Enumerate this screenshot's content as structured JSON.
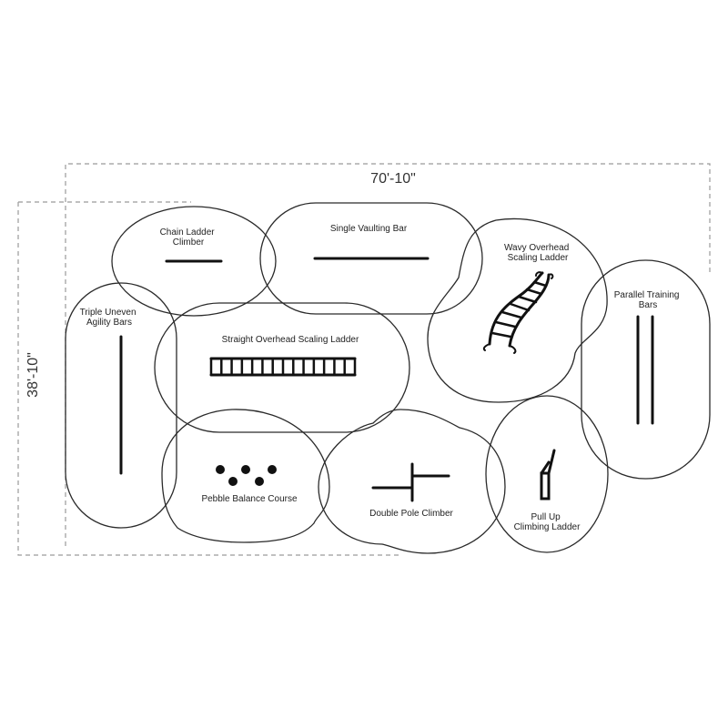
{
  "dimensions": {
    "width": "70'-10\"",
    "height": "38'-10\""
  },
  "equipment": [
    {
      "id": "chain-ladder-climber",
      "lines": [
        "Chain Ladder",
        "Climber"
      ]
    },
    {
      "id": "single-vaulting-bar",
      "lines": [
        "Single Vaulting Bar"
      ]
    },
    {
      "id": "wavy-overhead-scaling-ladder",
      "lines": [
        "Wavy Overhead",
        "Scaling Ladder"
      ]
    },
    {
      "id": "parallel-training-bars",
      "lines": [
        "Parallel Training",
        "Bars"
      ]
    },
    {
      "id": "triple-uneven-agility-bars",
      "lines": [
        "Triple Uneven",
        "Agility Bars"
      ]
    },
    {
      "id": "straight-overhead-scaling-ladder",
      "lines": [
        "Straight Overhead Scaling Ladder"
      ]
    },
    {
      "id": "pebble-balance-course",
      "lines": [
        "Pebble Balance Course"
      ]
    },
    {
      "id": "double-pole-climber",
      "lines": [
        "Double Pole Climber"
      ]
    },
    {
      "id": "pull-up-climbing-ladder",
      "lines": [
        "Pull Up",
        "Climbing Ladder"
      ]
    }
  ],
  "ladder_rungs": 15,
  "colors": {
    "outline": "#2a2a2a",
    "equipment": "#111111",
    "dimension_line": "#9a9a9a"
  }
}
